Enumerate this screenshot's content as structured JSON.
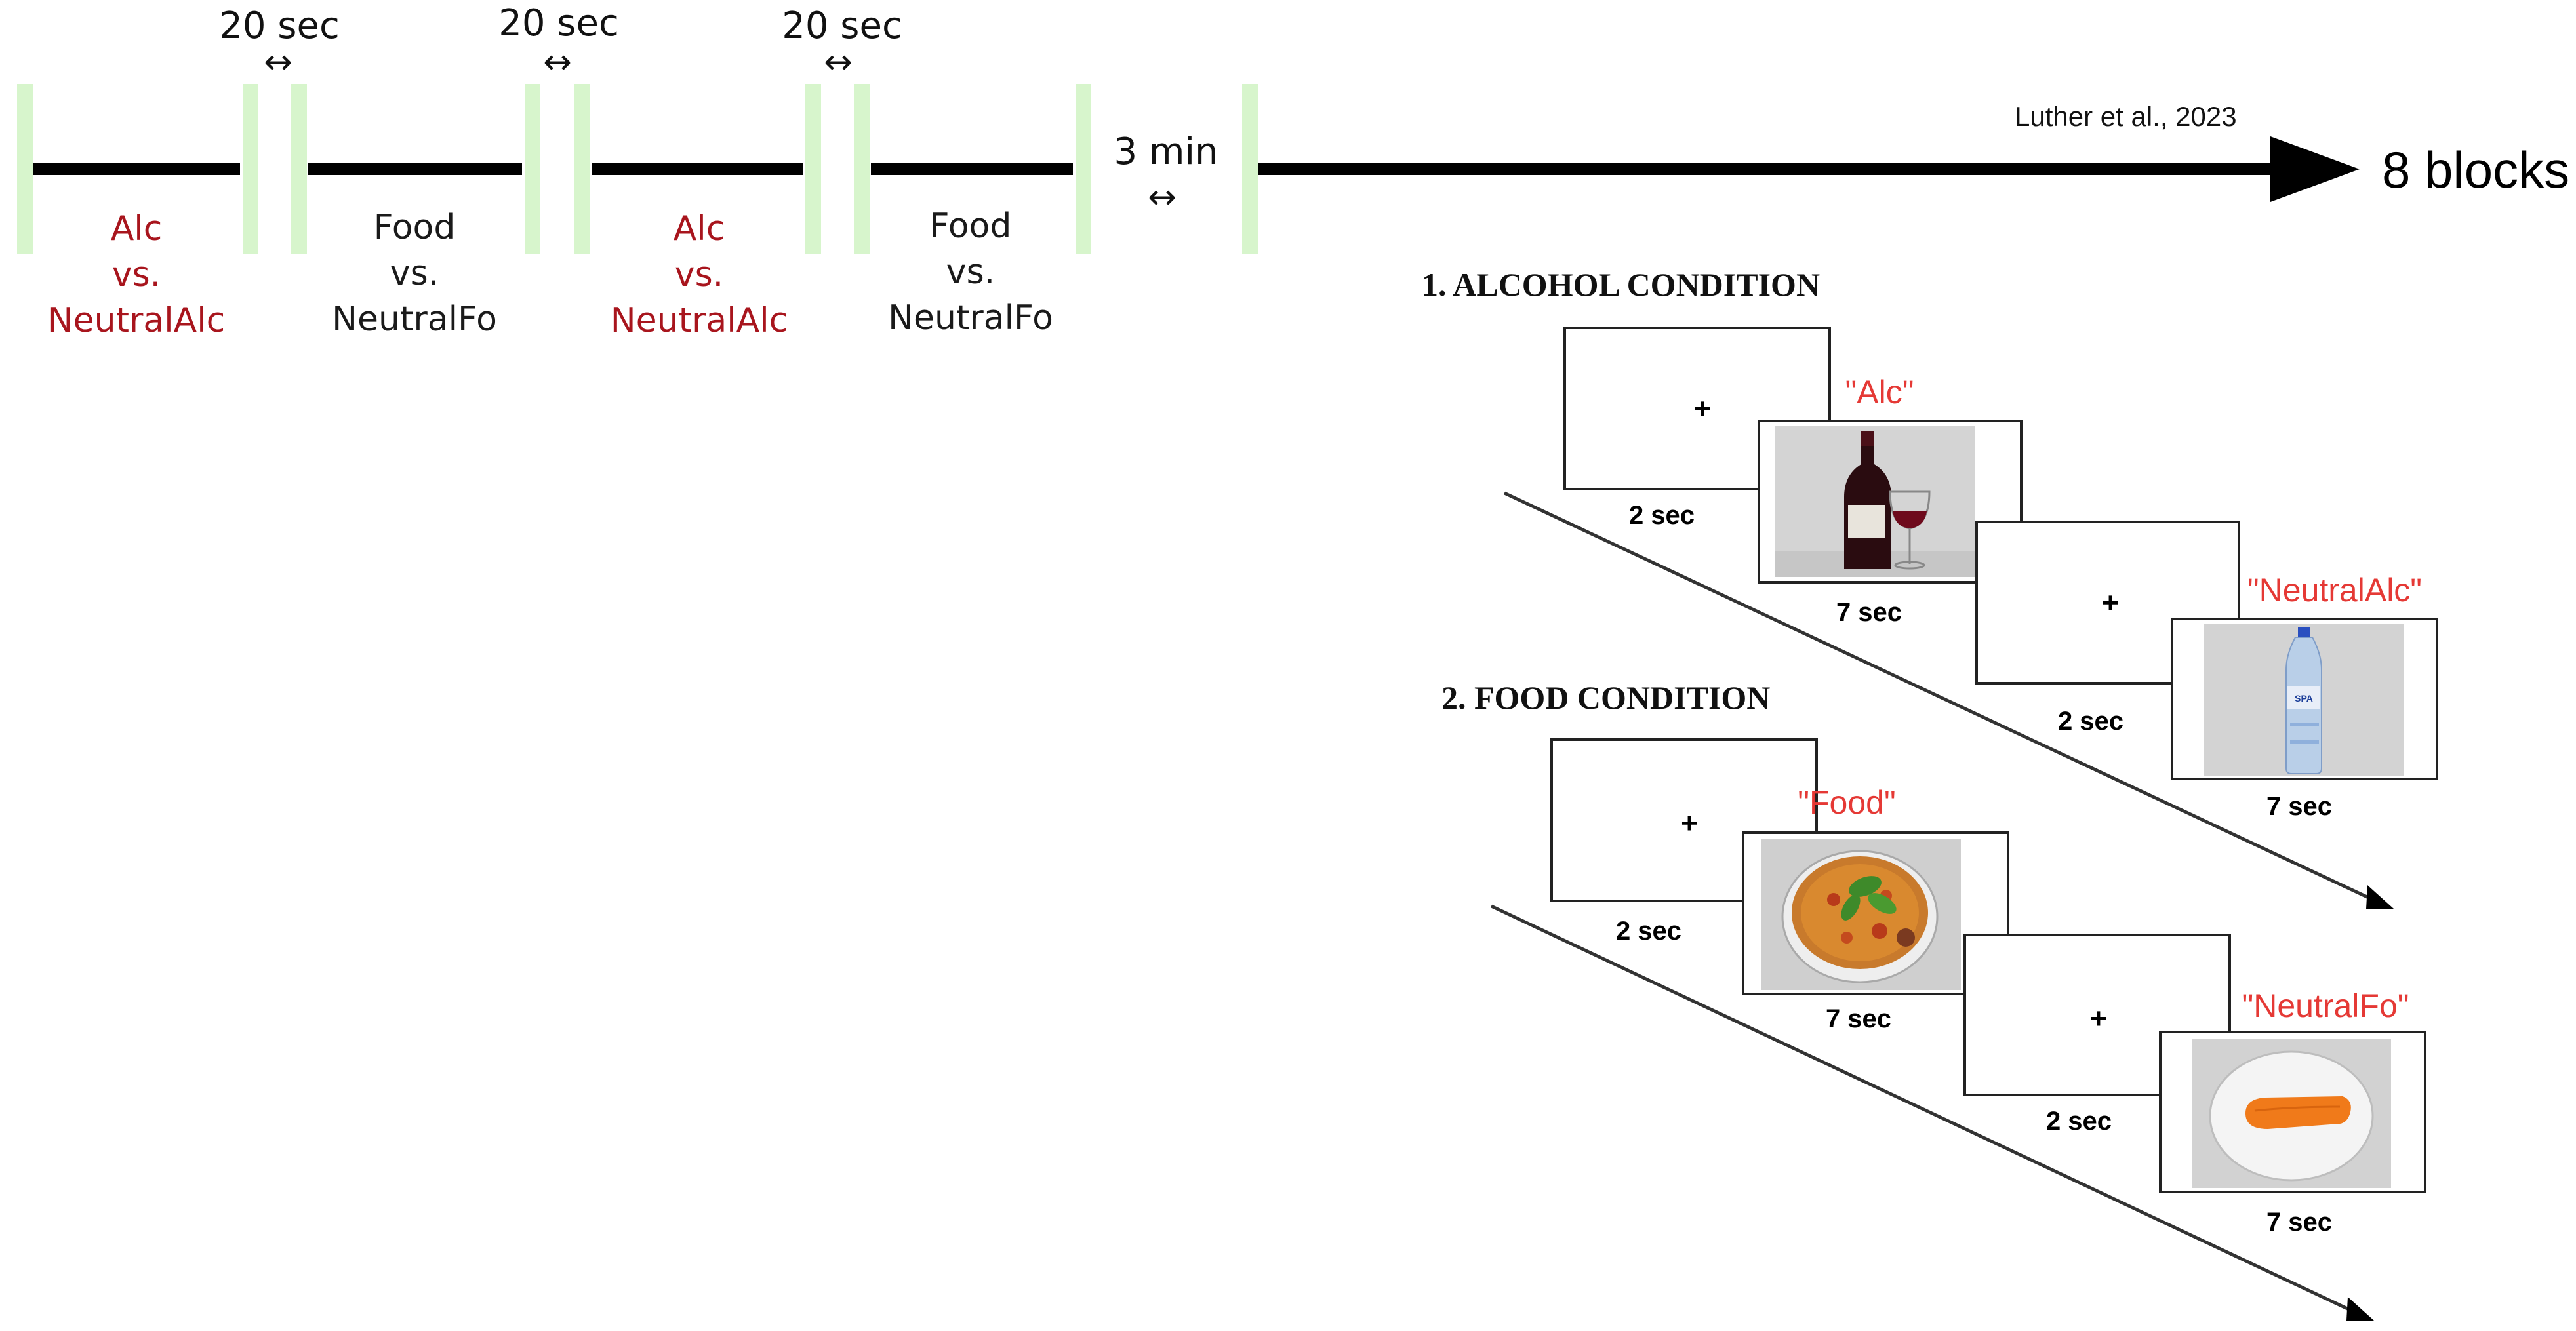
{
  "timeline": {
    "gaps": [
      {
        "label": "20 sec",
        "arrow": "↔"
      },
      {
        "label": "20 sec",
        "arrow": "↔"
      },
      {
        "label": "20 sec",
        "arrow": "↔"
      }
    ],
    "blocks": [
      {
        "line1": "Alc",
        "line2": "vs.",
        "line3": "NeutralAlc",
        "color": "#a8151d"
      },
      {
        "line1": "Food",
        "line2": "vs.",
        "line3": "NeutralFo",
        "color": "#1a1a1a"
      },
      {
        "line1": "Alc",
        "line2": "vs.",
        "line3": "NeutralAlc",
        "color": "#a8151d"
      },
      {
        "line1": "Food",
        "line2": "vs.",
        "line3": "NeutralFo",
        "color": "#1a1a1a"
      }
    ],
    "rest": {
      "label": "3 min",
      "arrow": "↔"
    },
    "end_label": "8 blocks",
    "citation": "Luther et al., 2023"
  },
  "conditions": [
    {
      "title": "1. ALCOHOL CONDITION",
      "fixation_symbol": "+",
      "fixation_1_duration": "2 sec",
      "stimulus_1_label": "\"Alc\"",
      "stimulus_1_duration": "7 sec",
      "fixation_2_duration": "2 sec",
      "stimulus_2_label": "\"NeutralAlc\"",
      "stimulus_2_duration": "7 sec"
    },
    {
      "title": "2. FOOD CONDITION",
      "fixation_symbol": "+",
      "fixation_1_duration": "2 sec",
      "stimulus_1_label": "\"Food\"",
      "stimulus_1_duration": "7 sec",
      "fixation_2_duration": "2 sec",
      "stimulus_2_label": "\"NeutralFo\"",
      "stimulus_2_duration": "7 sec"
    }
  ],
  "colors": {
    "block_separator": "#d7f5cc",
    "alcohol_text": "#a8151d",
    "stimulus_label": "#e53935"
  }
}
